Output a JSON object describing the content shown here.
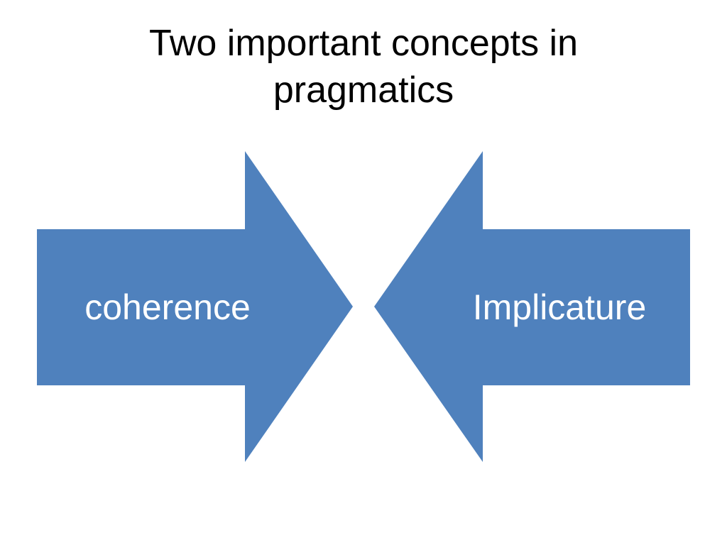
{
  "slide": {
    "title": "Two important concepts in pragmatics"
  },
  "arrows": [
    {
      "label": "coherence",
      "direction": "right",
      "color": "#4f81bd"
    },
    {
      "label": "Implicature",
      "direction": "left",
      "color": "#4f81bd"
    }
  ],
  "colors": {
    "background": "#ffffff",
    "arrow_fill": "#4f81bd",
    "arrow_text": "#ffffff",
    "title_text": "#000000"
  }
}
